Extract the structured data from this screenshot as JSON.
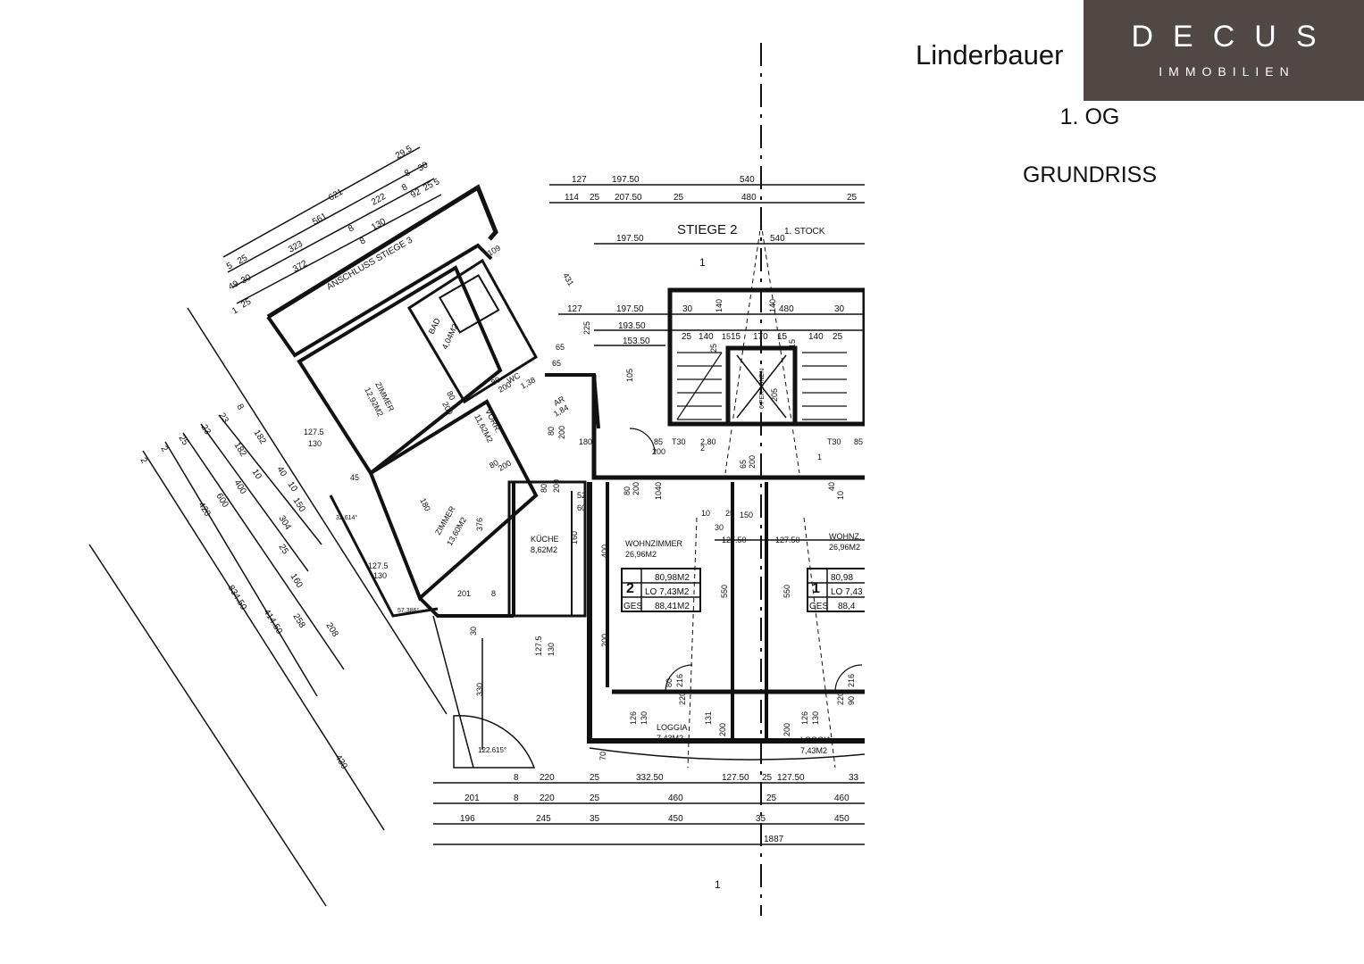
{
  "header": {
    "title": "Linderbauer",
    "floor": "1. OG",
    "plan_label": "GRUNDRISS"
  },
  "logo": {
    "word": "DECUS",
    "subword": "IMMOBILIEN",
    "background": "#4f4845"
  },
  "plan": {
    "stair_label": "STIEGE 2",
    "storey_label": "1. STOCK",
    "connection_label": "ANSCHLUSS STIEGE 3",
    "lift_label": "6 PERSONEN",
    "section_marker": "1",
    "rooms": {
      "bad": {
        "name": "BAD",
        "area": "4,04M2"
      },
      "wc": {
        "name": "WC",
        "area": "1,38"
      },
      "zimmer1": {
        "name": "ZIMMER",
        "area": "12,92M2"
      },
      "vorr": {
        "name": "VORR.",
        "area": "11,62M2"
      },
      "ar": {
        "name": "AR",
        "area": "1,84"
      },
      "zimmer2": {
        "name": "ZIMMER",
        "area": "13,60M2"
      },
      "kueche": {
        "name": "KÜCHE",
        "area": "8,62M2"
      },
      "wohnzimmer_l": {
        "name": "WOHNZIMMER",
        "area": "26,96M2"
      },
      "wohnzimmer_r": {
        "name": "WOHNZ.",
        "area": "26,96M2"
      },
      "loggia_l": {
        "name": "LOGGIA",
        "area": "7,43M2"
      },
      "loggia_r": {
        "name": "LOGGIA",
        "area": "7,43M2"
      }
    },
    "unit_left": {
      "number": "2",
      "area": "80,98M2",
      "lo": "LO 7,43M2",
      "ges_label": "GES",
      "ges": "88,41M2"
    },
    "unit_right": {
      "number": "1",
      "area": "80,98",
      "lo": "LO 7,43",
      "ges_label": "GES",
      "ges": "88,4"
    },
    "dims_top": {
      "row1": [
        "127",
        "197.50",
        "540"
      ],
      "row2": [
        "114",
        "25",
        "207.50",
        "25",
        "480",
        "25"
      ],
      "row3": [
        "197.50",
        "540"
      ],
      "row4": [
        "127",
        "197.50",
        "30",
        "480",
        "30"
      ],
      "row5": [
        "193.50",
        "25",
        "140",
        "15",
        "170",
        "15",
        "140",
        "25"
      ],
      "row6": [
        "153.50"
      ]
    },
    "dims_bottom": {
      "row1": [
        "8",
        "220",
        "25",
        "332.50",
        "127.50",
        "25",
        "127.50",
        "33"
      ],
      "row2": [
        "201",
        "8",
        "220",
        "25",
        "460",
        "25",
        "460"
      ],
      "row3": [
        "196",
        "245",
        "35",
        "450",
        "35",
        "450"
      ],
      "row4": [
        "1887"
      ]
    },
    "dims_diag_top": [
      "621",
      "29.5",
      "561",
      "8",
      "30",
      "323",
      "8",
      "222",
      "8",
      "92",
      "25",
      "5",
      "372",
      "8",
      "130",
      "5",
      "25",
      "49",
      "30",
      "1",
      "25"
    ],
    "dims_diag_left": [
      "2",
      "2",
      "25",
      "23",
      "23",
      "8",
      "420",
      "600",
      "400",
      "182",
      "182",
      "10",
      "40",
      "10",
      "150",
      "304",
      "25",
      "160",
      "258",
      "208",
      "834.50",
      "414.50",
      "430"
    ],
    "dims_misc": [
      "127.5",
      "130",
      "45",
      "32.614°",
      "127.5",
      "130",
      "57.386°",
      "201",
      "30",
      "8",
      "330",
      "127.5",
      "130",
      "122.615°",
      "376",
      "180",
      "109",
      "431",
      "225",
      "65",
      "65",
      "80",
      "200",
      "80",
      "200",
      "80",
      "200",
      "180",
      "80",
      "200",
      "80",
      "200",
      "85",
      "200",
      "2,80",
      "T30",
      "T30",
      "85",
      "65",
      "200",
      "80",
      "200",
      "150",
      "10",
      "25",
      "30",
      "127.50",
      "127.50",
      "550",
      "550",
      "400",
      "200",
      "126",
      "130",
      "220",
      "131",
      "200",
      "200",
      "126",
      "130",
      "220",
      "90",
      "216",
      "80",
      "216",
      "70",
      "52",
      "60",
      "160",
      "105",
      "40",
      "10",
      "40",
      "10",
      "205",
      "140",
      "15",
      "15",
      "25",
      "140",
      "1",
      "2"
    ]
  }
}
